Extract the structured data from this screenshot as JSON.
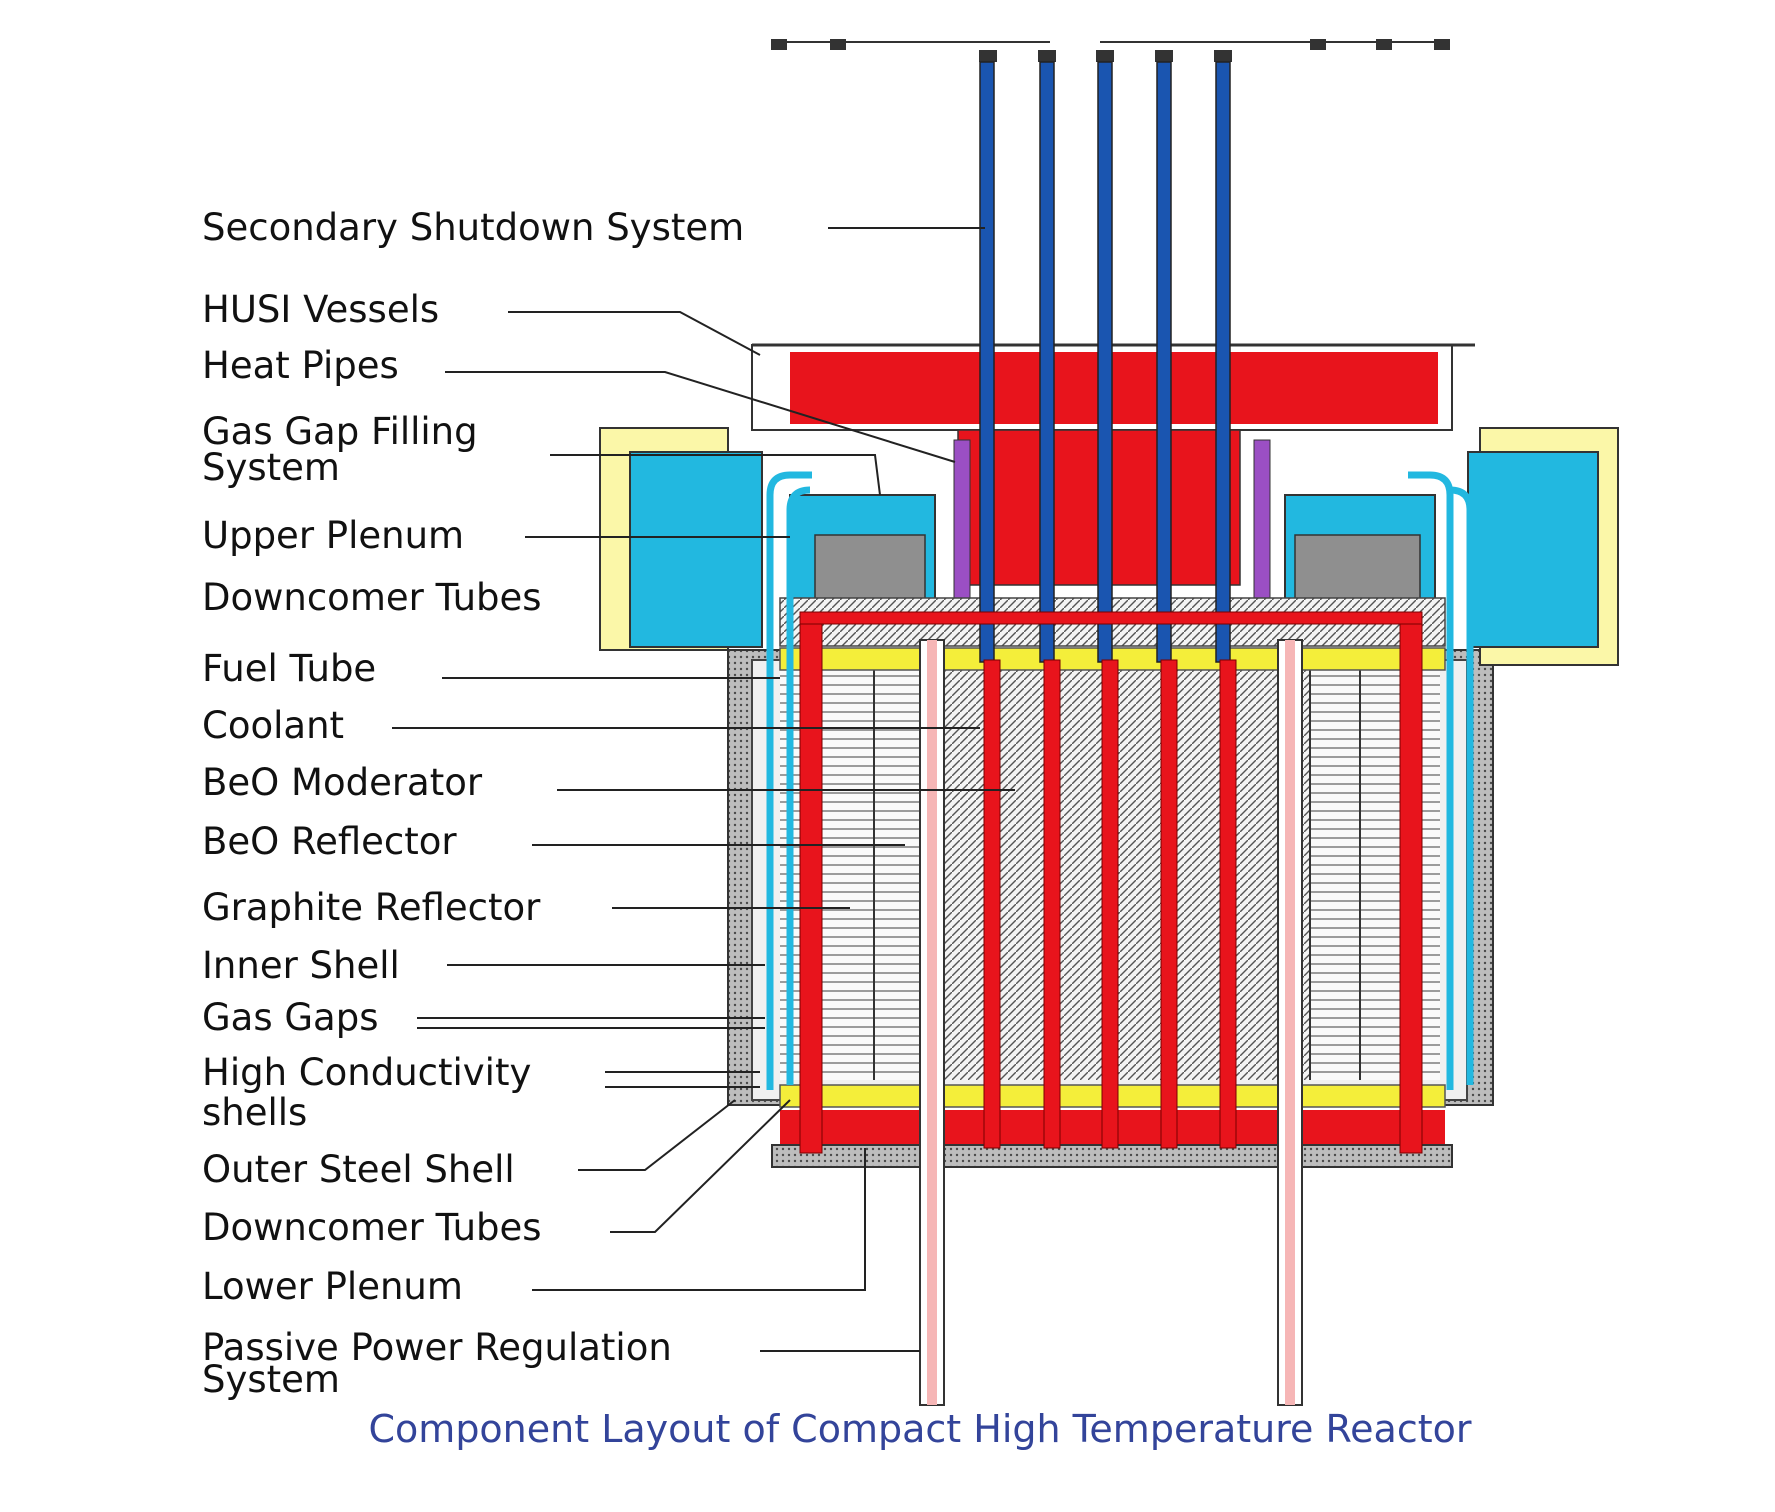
{
  "labels": {
    "secondary_shutdown": "Secondary Shutdown System",
    "husi_vessels": "HUSI Vessels",
    "heat_pipes": "Heat Pipes",
    "gas_gap_filling_1": "Gas Gap Filling",
    "gas_gap_filling_2": "System",
    "upper_plenum": "Upper Plenum",
    "downcomer_tubes_upper": "Downcomer Tubes",
    "fuel_tube": "Fuel Tube",
    "coolant": "Coolant",
    "beo_moderator": "BeO Moderator",
    "beo_reflector": "BeO Reflector",
    "graphite_reflector": "Graphite Reflector",
    "inner_shell": "Inner Shell",
    "gas_gaps": "Gas Gaps",
    "high_conductivity_1": "High Conductivity",
    "high_conductivity_2": "shells",
    "outer_steel_shell": "Outer Steel Shell",
    "downcomer_tubes_lower": "Downcomer Tubes",
    "lower_plenum": "Lower Plenum",
    "passive_power_1": "Passive Power Regulation",
    "passive_power_2": "System"
  },
  "caption": "Component Layout of Compact High Temperature Reactor",
  "colors": {
    "red": "#e8141c",
    "blue": "#1a55b0",
    "cyan": "#22b8e0",
    "yellow": "#f4ee3a",
    "pale_yellow": "#fbf7a8",
    "gray": "#8f8f8f",
    "purple": "#9b4fc4",
    "caption": "#33449a"
  }
}
